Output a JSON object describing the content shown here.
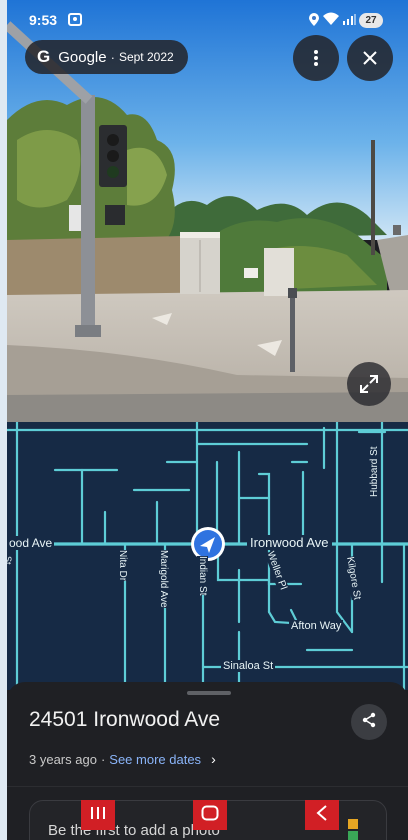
{
  "status_bar": {
    "time": "9:53",
    "battery": "27"
  },
  "viewer": {
    "provider_logo": "G",
    "provider_name": "Google",
    "separator": "·",
    "capture_date": "Sept 2022",
    "icons": {
      "more": "more-vert-icon",
      "close": "close-icon",
      "expand": "expand-icon"
    }
  },
  "map": {
    "streets": {
      "ironwood_left": "ood Ave",
      "ironwood_right": "Ironwood Ave",
      "hubbard": "Hubbard St",
      "nita": "Nita Dr",
      "marigold": "Marigold Ave",
      "indian": "Indian St",
      "weller": "Weller Pl",
      "kilgore": "Kilgore St",
      "afton": "Afton Way",
      "sinaloa": "Sinaloa St",
      "left_edge": "St"
    }
  },
  "place": {
    "address": "24501 Ironwood Ave",
    "age": "3 years ago",
    "dot": "·",
    "more_dates": "See more dates",
    "add_photo": "Be the first to add a photo"
  },
  "colors": {
    "map_bg": "#162a45",
    "road": "#5ecdd6",
    "accent_link": "#8ab4f8",
    "sheet_bg": "#1f2024",
    "nav_overlay": "#d11f25"
  }
}
